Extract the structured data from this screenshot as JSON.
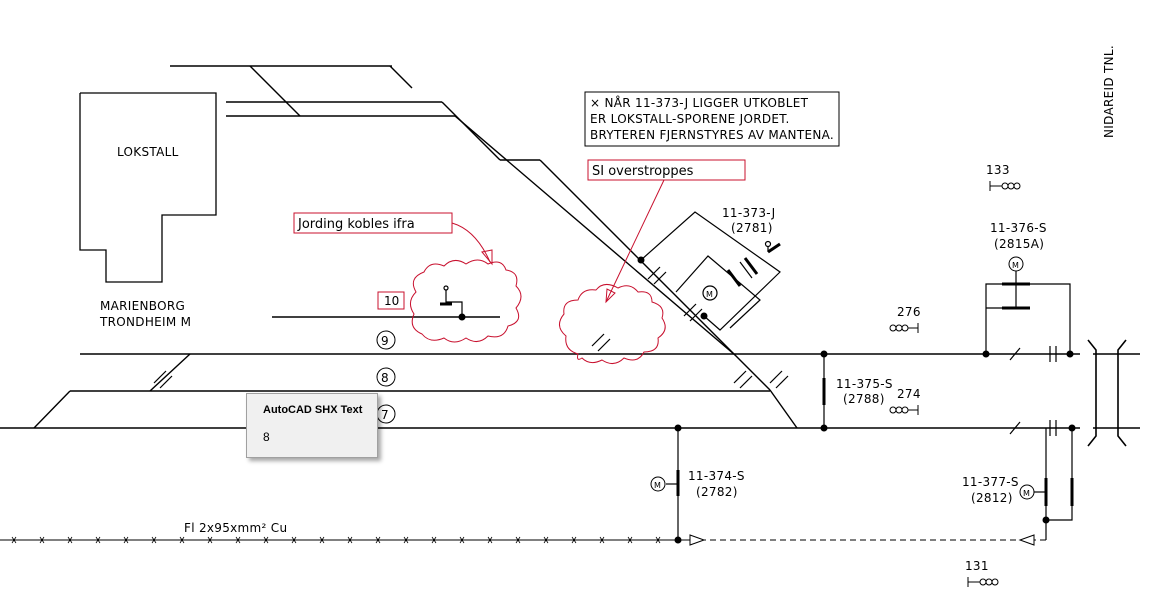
{
  "labels": {
    "lokstall": "LOKSTALL",
    "station_line1": "MARIENBORG",
    "station_line2": "TRONDHEIM M",
    "tunnel": "NIDAREID TNL.",
    "cable": "Fl 2x95xmm² Cu"
  },
  "note": {
    "line1": "× NÅR 11-373-J LIGGER UTKOBLET",
    "line2": "ER LOKSTALL-SPORENE JORDET.",
    "line3": "BRYTEREN FJERNSTYRES AV MANTENA."
  },
  "markups": {
    "jording": "Jording kobles ifra",
    "si": "SI overstroppes",
    "track10": "10"
  },
  "tracks": {
    "t9": "9",
    "t8": "8",
    "t7": "7"
  },
  "switches": {
    "s373_id": "11-373-J",
    "s373_sub": "(2781)",
    "s376_id": "11-376-S",
    "s376_sub": "(2815A)",
    "s375_id": "11-375-S",
    "s375_sub": "(2788)",
    "s374_id": "11-374-S",
    "s374_sub": "(2782)",
    "s377_id": "11-377-S",
    "s377_sub": "(2812)"
  },
  "signals": {
    "sig133": "133",
    "sig276": "276",
    "sig274": "274",
    "sig131": "131"
  },
  "motor_symbol": "M",
  "tooltip": {
    "title": "AutoCAD SHX Text",
    "value": "8"
  },
  "colors": {
    "markup_red": "#c8102e",
    "line_black": "#000000"
  }
}
